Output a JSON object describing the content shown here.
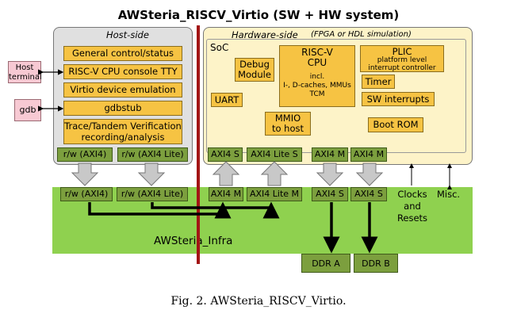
{
  "title": "AWSteria_RISCV_Virtio (SW + HW system)",
  "host": {
    "label": "Host-side",
    "boxes": {
      "general": "General control/status",
      "console": "RISC-V CPU console TTY",
      "virtio": "Virtio device emulation",
      "gdbstub": "gdbstub",
      "trace_line1": "Trace/Tandem Verification",
      "trace_line2": "recording/analysis"
    },
    "ports": {
      "axi4": "r/w (AXI4)",
      "axi4lite": "r/w (AXI4 Lite)"
    }
  },
  "external": {
    "host_terminal_line1": "Host",
    "host_terminal_line2": "terminal",
    "gdb": "gdb"
  },
  "hardware": {
    "label": "Hardware-side",
    "sublabel": "(FPGA or HDL simulation)",
    "soc": "SoC",
    "debug_line1": "Debug",
    "debug_line2": "Module",
    "cpu_line1": "RISC-V",
    "cpu_line2": "CPU",
    "cpu_line3": "incl.",
    "cpu_line4": "I-, D-caches, MMUs",
    "cpu_line5": "TCM",
    "plic_line1": "PLIC",
    "plic_line2": "platform level",
    "plic_line3": "interrupt controller",
    "timer": "Timer",
    "uart": "UART",
    "sw_interrupts": "SW interrupts",
    "mmio_line1": "MMIO",
    "mmio_line2": "to host",
    "boot_rom": "Boot ROM",
    "ports": {
      "axi4s": "AXI4 S",
      "axi4lites": "AXI4 Lite S",
      "axi4m1": "AXI4 M",
      "axi4m2": "AXI4 M"
    }
  },
  "infra": {
    "label": "AWSteria_Infra",
    "ports": {
      "rw_axi4": "r/w (AXI4)",
      "rw_axi4lite": "r/w (AXI4 Lite)",
      "axi4m": "AXI4 M",
      "axi4litem": "AXI4 Lite M",
      "axi4s1": "AXI4 S",
      "axi4s2": "AXI4 S"
    },
    "clocks_line1": "Clocks",
    "clocks_line2": "and",
    "clocks_line3": "Resets",
    "misc": "Misc."
  },
  "ddr": {
    "a": "DDR A",
    "b": "DDR B"
  },
  "caption": "Fig. 2.   AWSteria_RISCV_Virtio.",
  "colors": {
    "host_bg": "#e0e0e0",
    "hw_bg": "#fdf3c8",
    "infra_bg": "#8fd14f",
    "box_yellow": "#f6c343",
    "port_green": "#7c9f3e",
    "divider_red": "#a31515",
    "ext_pink": "#f7c9d3"
  }
}
